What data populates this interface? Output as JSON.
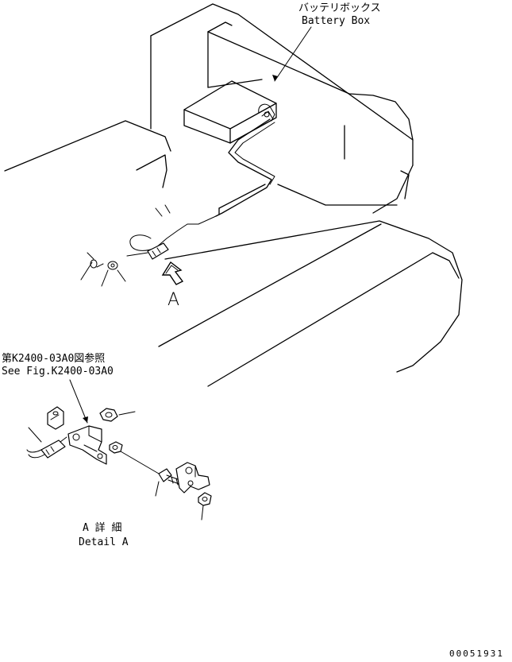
{
  "labels": {
    "battery_box_jp": "バッテリボックス",
    "battery_box_en": "Battery Box",
    "view_letter": "A",
    "ref_jp": "第K2400-03A0図参照",
    "ref_en": "See Fig.K2400-03A0",
    "detail_jp": "A 詳 細",
    "detail_en": "Detail A",
    "drawing_number": "00051931"
  }
}
